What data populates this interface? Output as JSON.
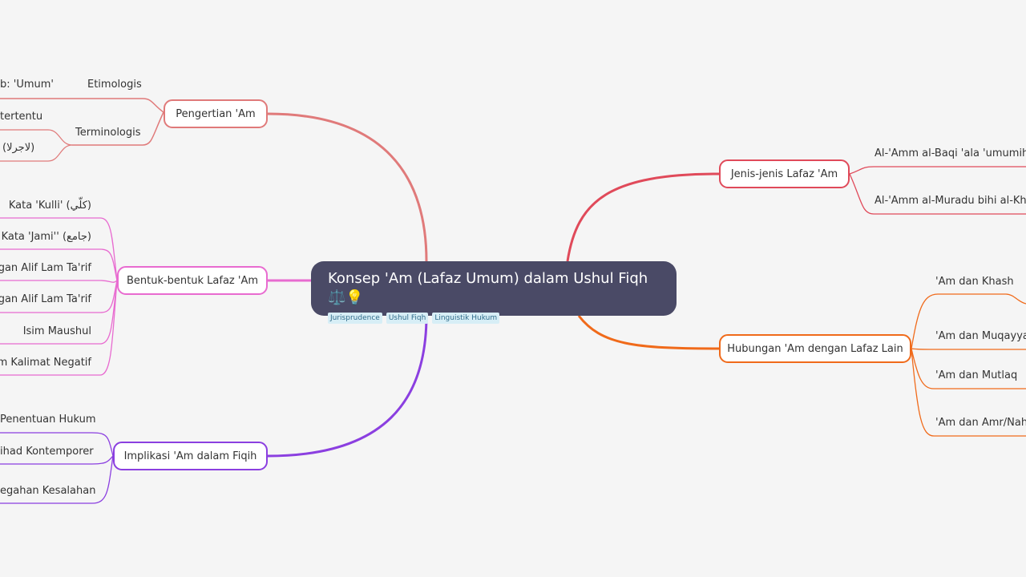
{
  "root": {
    "title": "Konsep 'Am (Lafaz Umum) dalam Ushul Fiqh",
    "emoji": "⚖️💡",
    "tags": [
      "Jurisprudence",
      "Ushul Fiqh",
      "Linguistik Hukum"
    ]
  },
  "colors": {
    "pengertian": "#e07a7a",
    "bentuk": "#e86bd0",
    "implikasi": "#8b3fe0",
    "jenis": "#e04a5a",
    "hubungan": "#f06a1a"
  },
  "branches": {
    "pengertian": {
      "label": "Pengertian 'Am",
      "etimologi": {
        "label": "Etimologis",
        "child": "b: 'Umum'"
      },
      "terminologi": {
        "label": "Terminologis",
        "children": [
          "tertentu",
          "(لاجرلا)"
        ]
      }
    },
    "bentuk": {
      "label": "Bentuk-bentuk Lafaz 'Am",
      "children": [
        "Kata 'Kulli' (كلّي)",
        "Kata 'Jami'' (جامع)",
        "ngan Alif Lam Ta'rif",
        "ngan Alif Lam Ta'rif",
        "Isim Maushul",
        "am Kalimat Negatif"
      ]
    },
    "implikasi": {
      "label": "Implikasi 'Am dalam Fiqih",
      "children": [
        "Penentuan Hukum",
        "ihad Kontemporer",
        "egahan Kesalahan"
      ]
    },
    "jenis": {
      "label": "Jenis-jenis Lafaz 'Am",
      "children": [
        "Al-'Amm al-Baqi 'ala 'umumih",
        "Al-'Amm al-Muradu bihi al-Khus"
      ]
    },
    "hubungan": {
      "label": "Hubungan 'Am dengan Lafaz Lain",
      "children": [
        "'Am dan Khash",
        "'Am dan Muqayyad",
        "'Am dan Mutlaq",
        "'Am dan Amr/Nahi"
      ]
    }
  }
}
